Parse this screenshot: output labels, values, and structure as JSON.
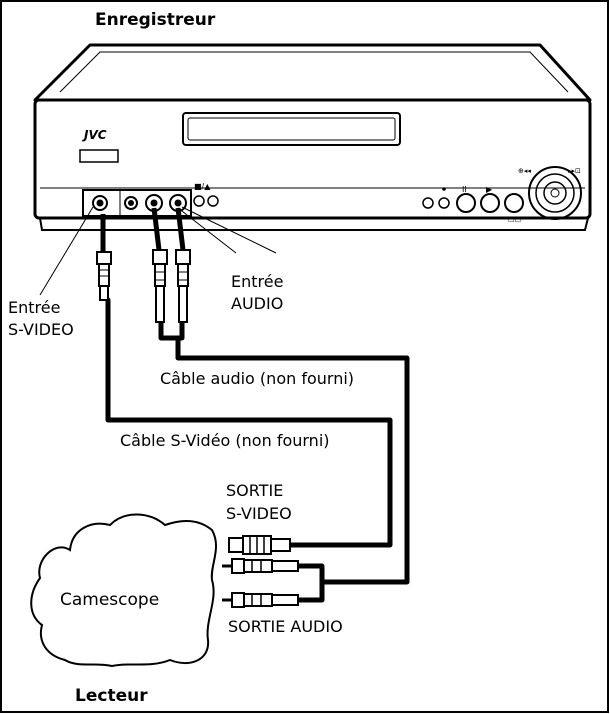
{
  "labels": {
    "recorder_title": "Enregistreur",
    "player_title": "Lecteur",
    "brand": "JVC",
    "svideo_in_line1": "Entrée",
    "svideo_in_line2": "S-VIDEO",
    "audio_in_line1": "Entrée",
    "audio_in_line2": "AUDIO",
    "audio_cable": "Câble audio (non fourni)",
    "svideo_cable": "Câble S-Vidéo (non fourni)",
    "svideo_out_line1": "SORTIE",
    "svideo_out_line2": "S-VIDEO",
    "audio_out": "SORTIE AUDIO",
    "camcorder": "Camescope"
  },
  "colors": {
    "line": "#000000",
    "background": "#ffffff"
  }
}
